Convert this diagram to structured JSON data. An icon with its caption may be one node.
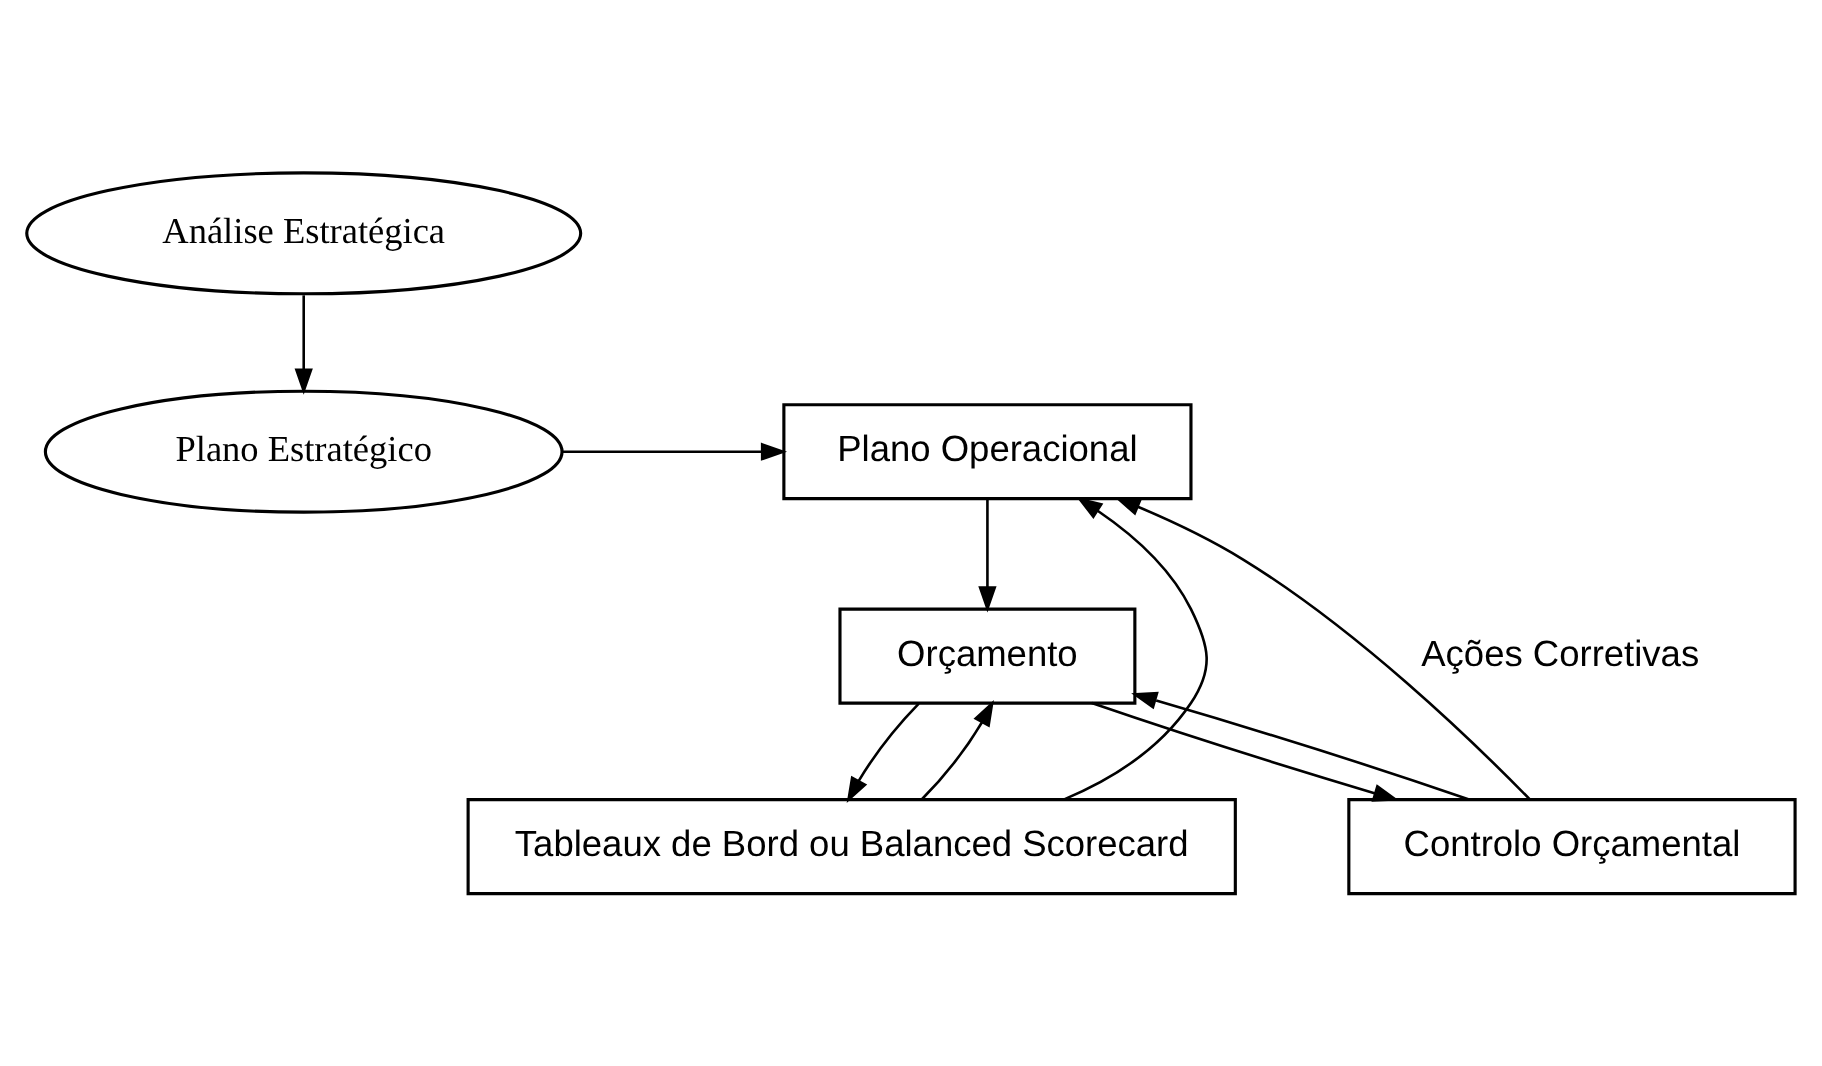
{
  "diagram": {
    "nodes": [
      {
        "text": [
          "Análise Estratégica"
        ]
      },
      {
        "text": [
          "Plano Estratégico"
        ]
      },
      {
        "text": [
          "Plano Operacional"
        ]
      },
      {
        "text": [
          "Orçamento"
        ]
      },
      {
        "text": [
          "Tableaux de Bord ou Balanced Scorecard"
        ]
      },
      {
        "text": [
          "Controlo Orçamental"
        ]
      }
    ],
    "edges": [
      {
        "from": 0,
        "to": 1,
        "arrow": "to"
      },
      {
        "from": 1,
        "to": 2,
        "arrow": "to"
      },
      {
        "from": 2,
        "to": 3,
        "arrow": "to"
      },
      {
        "from": 3,
        "to": 4,
        "arrow": "to"
      },
      {
        "from": 3,
        "to": 5,
        "arrow": "to"
      },
      {
        "from": 4,
        "to": 2,
        "arrow": "to"
      },
      {
        "from": 4,
        "to": 3,
        "arrow": "to"
      },
      {
        "from": 5,
        "to": 2,
        "arrow": "to",
        "label": "Ações Corretivas"
      },
      {
        "from": 5,
        "to": 3,
        "arrow": "to"
      }
    ]
  }
}
